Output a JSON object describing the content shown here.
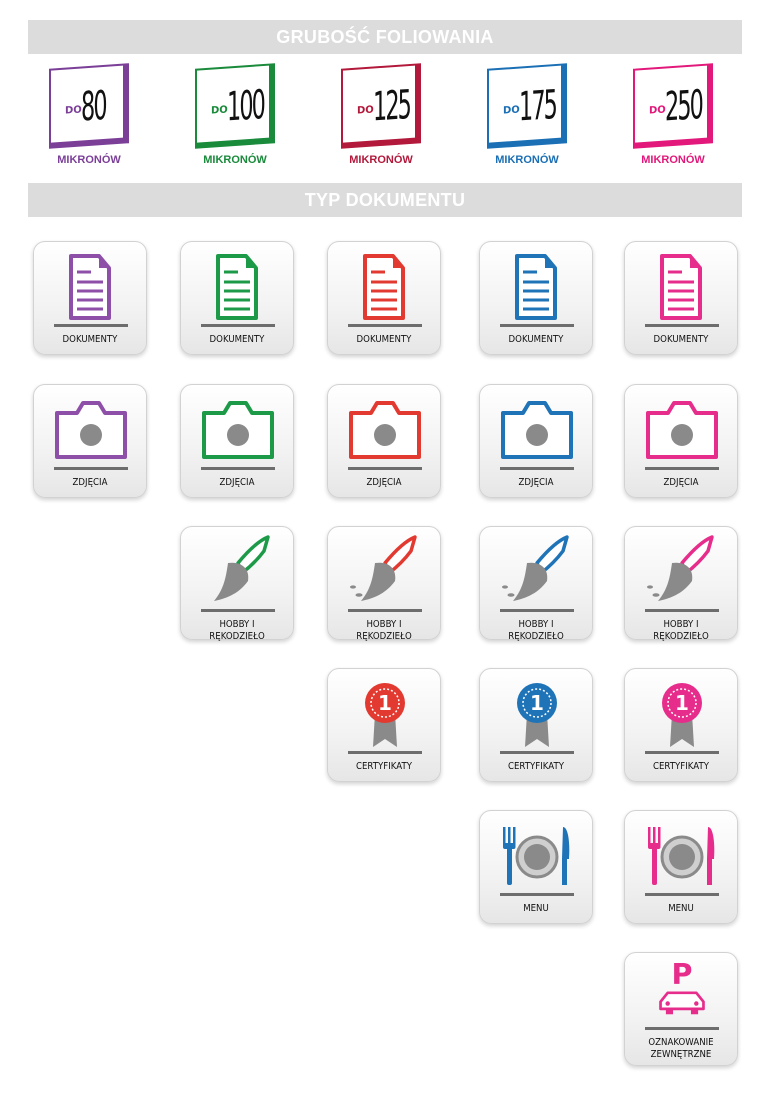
{
  "sections": {
    "thickness_title": "GRUBOŚĆ FOLIOWANIA",
    "document_type_title": "TYP DOKUMENTU"
  },
  "thickness": [
    {
      "prefix": "DO",
      "value": "80",
      "unit": "MIKRONÓW",
      "color": "#7b3f98"
    },
    {
      "prefix": "DO",
      "value": "100",
      "unit": "MIKRONÓW",
      "color": "#1a8a3b"
    },
    {
      "prefix": "DO",
      "value": "125",
      "unit": "MIKRONÓW",
      "color": "#b2193b"
    },
    {
      "prefix": "DO",
      "value": "175",
      "unit": "MIKRONÓW",
      "color": "#1a6fb5"
    },
    {
      "prefix": "DO",
      "value": "250",
      "unit": "MIKRONÓW",
      "color": "#e2187a"
    }
  ],
  "colors": {
    "purple": "#8e4fa8",
    "green": "#1c9a48",
    "red": "#e23a30",
    "blue": "#1f73b7",
    "pink": "#e62d8b",
    "gray": "#8a8a8a"
  },
  "labels": {
    "dokumenty": "DOKUMENTY",
    "zdjecia": "ZDJĘCIA",
    "hobby": "HOBBY I RĘKODZIEŁO",
    "certyfikaty": "CERTYFIKATY",
    "certificate_number": "1",
    "menu": "MENU",
    "parking_letter": "P",
    "oznakowanie_1": "OZNAKOWANIE",
    "oznakowanie_2": "ZEWNĘTRZNE"
  }
}
